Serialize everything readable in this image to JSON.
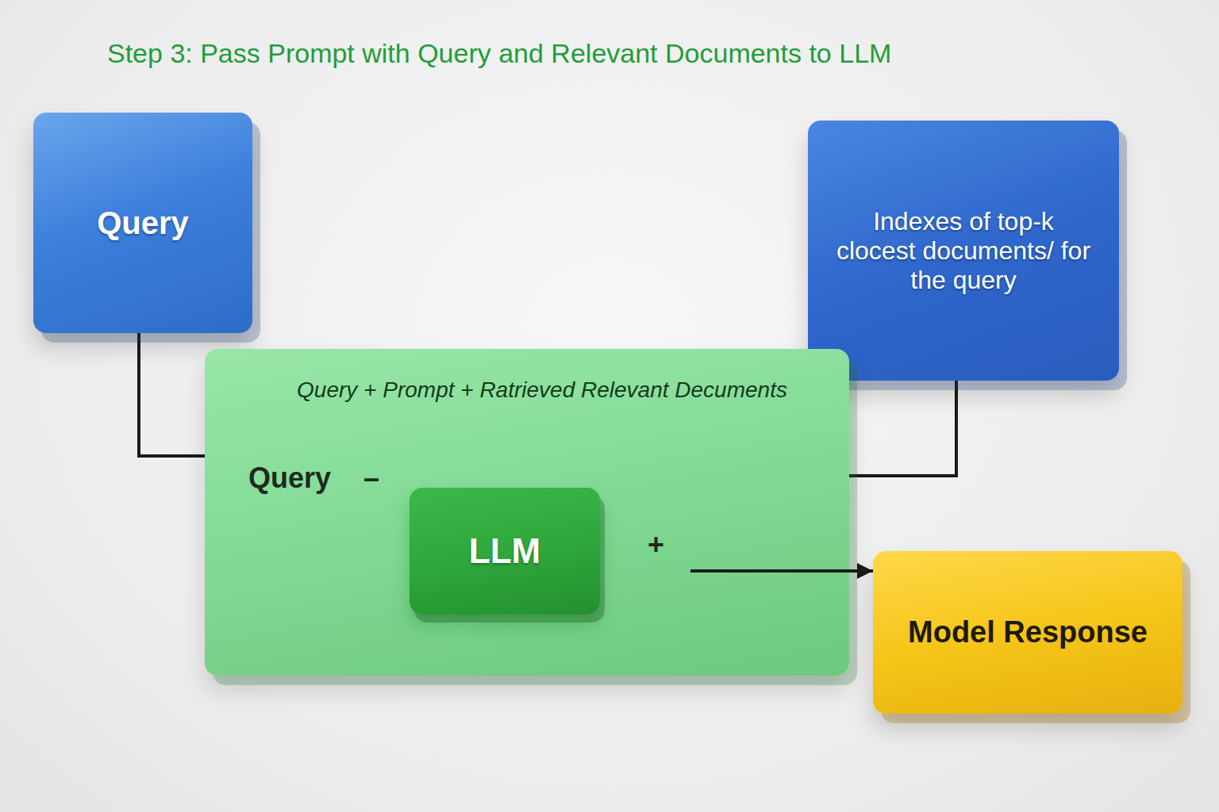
{
  "diagram": {
    "title": "Step 3: Pass Prompt with Query and Relevant Documents to LLM",
    "nodes": [
      {
        "text": [
          "Query"
        ]
      },
      {
        "text": [
          "Indexes of top-k clocest documents/ for the query"
        ]
      },
      {
        "text": [
          "Query + Prompt + Ratrieved Relevant Decuments",
          "Query",
          "–",
          "+"
        ]
      },
      {
        "text": [
          "LLM"
        ],
        "in": 2
      },
      {
        "text": [
          "Model Response"
        ]
      }
    ],
    "edges": [
      {
        "from": 0,
        "to": 2,
        "arrow": "none"
      },
      {
        "from": 1,
        "to": 2,
        "arrow": "none"
      },
      {
        "from": 2,
        "to": 4,
        "arrow": "to"
      }
    ]
  }
}
